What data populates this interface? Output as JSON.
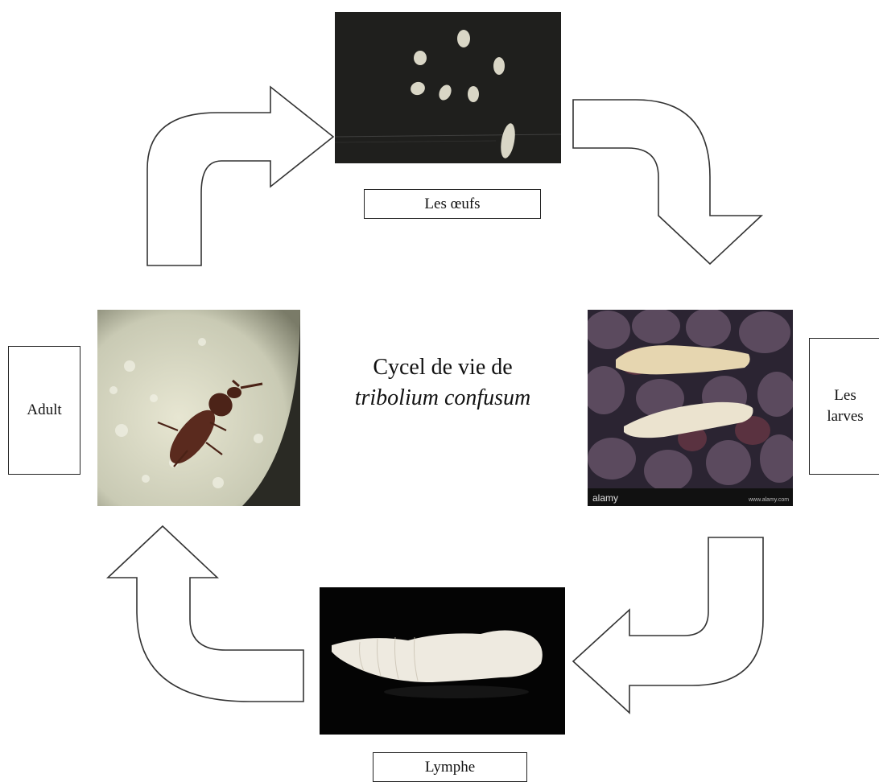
{
  "title": {
    "line1": "Cycel de vie de",
    "line2": "tribolium confusum"
  },
  "stages": {
    "eggs": {
      "label": "Les œufs"
    },
    "larvae": {
      "label_line1": "Les",
      "label_line2": "larves"
    },
    "pupa": {
      "label": "Lymphe"
    },
    "adult": {
      "label": "Adult"
    }
  },
  "watermarks": {
    "larvae_brand": "alamy",
    "larvae_url": "www.alamy.com"
  }
}
